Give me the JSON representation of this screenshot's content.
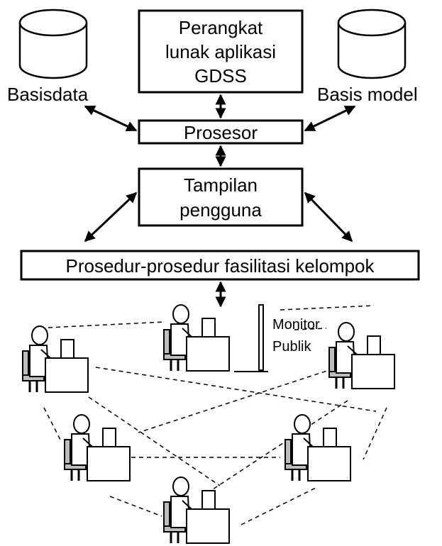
{
  "boxes": {
    "software": {
      "lines": [
        "Perangkat",
        "lunak aplikasi",
        "GDSS"
      ]
    },
    "processor": {
      "label": "Prosesor"
    },
    "user_interface": {
      "lines": [
        "Tampilan",
        "pengguna"
      ]
    },
    "facilitation": {
      "label": "Prosedur-prosedur fasilitasi kelompok"
    }
  },
  "databases": {
    "left": {
      "label": "Basisdata"
    },
    "right": {
      "label": "Basis model"
    }
  },
  "monitor": {
    "lines": [
      "Monitor",
      "Publik"
    ]
  }
}
